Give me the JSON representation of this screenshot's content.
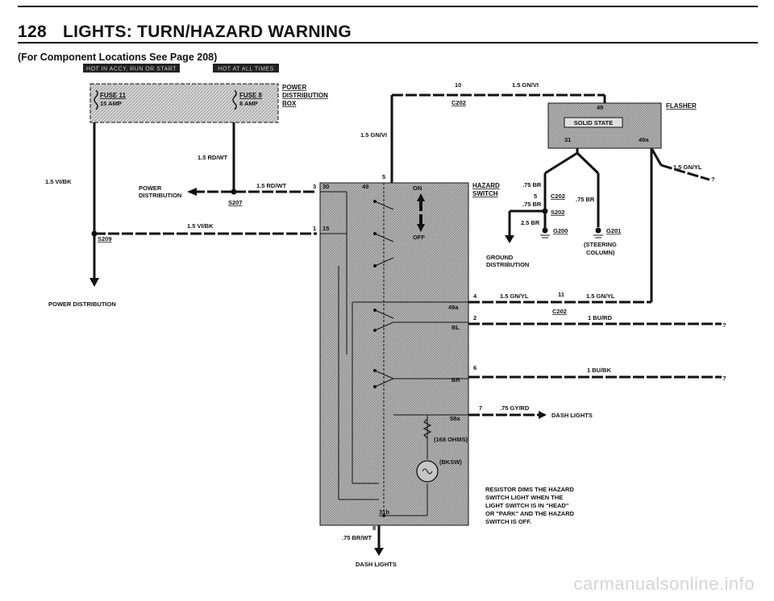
{
  "header": {
    "page_number": "128",
    "title": "LIGHTS: TURN/HAZARD WARNING",
    "subtitle": "(For Component Locations See Page 208)"
  },
  "tags": {
    "hot_accy": "HOT IN ACCY, RUN OR START",
    "hot_all": "HOT AT ALL TIMES"
  },
  "power_box": {
    "fuse11": "FUSE 11",
    "fuse11_amp": "15 AMP",
    "fuse8": "FUSE 8",
    "fuse8_amp": "8 AMP",
    "label_l1": "POWER",
    "label_l2": "DISTRIBUTION",
    "label_l3": "BOX"
  },
  "wires": {
    "rd_wt": "1.5 RD/WT",
    "rd_wt_2": "1.5 RD/WT",
    "vi_bk_left": "1.5 VI/BK",
    "vi_bk": "1.5 VI/BK",
    "gn_vi_top": "1.5 GN/VI",
    "gn_vi_side": "1.5 GN/VI",
    "gn_yl_right": "1.5 GN/YL",
    "gn_yl_4": "1.5 GN/YL",
    "gn_yl_11": "1.5 GN/YL",
    "bu_rd": "1 BU/RD",
    "bu_bk": "1 BU/BK",
    "gy_rd": ".75 GY/RD",
    "br_wt": ".75 BR/WT",
    "br_1": ".75 BR",
    "br_2": ".75 BR",
    "br_3": ".75 BR",
    "br_25": "2.5 BR"
  },
  "connectors": {
    "c202_top": "C202",
    "c202_mid": "C202",
    "c202_bot": "C202",
    "s207": "S207",
    "s209": "S209",
    "s202": "S202",
    "g200": "G200",
    "g201": "G201"
  },
  "pins": {
    "p10": "10",
    "p5": "5",
    "p3": "3",
    "p1": "1",
    "p4": "4",
    "p11": "11",
    "p2": "2",
    "p6": "6",
    "p7": "7",
    "p8": "8",
    "p5b": "5",
    "p30": "30",
    "p15": "15",
    "p49": "49",
    "p49a": "49a",
    "p31": "31",
    "p49b": "49a"
  },
  "switch": {
    "label_l1": "HAZARD",
    "label_l2": "SWITCH",
    "on": "ON",
    "off": "OFF",
    "pin_49a": "49a",
    "pin_bl": "BL",
    "pin_br": "BR",
    "pin_58a": "58a",
    "resistor": "(168 OHMS)",
    "bulb": "(BKSW)",
    "pin_31b": "31b"
  },
  "flasher": {
    "label": "FLASHER",
    "solid_state": "SOLID STATE"
  },
  "labels": {
    "power_dist_l1": "POWER",
    "power_dist_l2": "DISTRIBUTION",
    "power_dist_bottom": "POWER DISTRIBUTION",
    "ground_l1": "GROUND",
    "ground_l2": "DISTRIBUTION",
    "steering_l1": "(STEERING",
    "steering_l2": "COLUMN)",
    "dash_lights_right": "DASH LIGHTS",
    "dash_lights_bottom": "DASH LIGHTS"
  },
  "note": {
    "l1": "RESISTOR DIMS THE HAZARD",
    "l2": "SWITCH LIGHT WHEN THE",
    "l3": "LIGHT SWITCH IS IN \"HEAD\"",
    "l4": "OR \"PARK\" AND THE HAZARD",
    "l5": "SWITCH IS OFF."
  },
  "watermark": "carmanualsonline.info",
  "colors": {
    "ink": "#111111",
    "shade": "#a9a9a9",
    "box": "#c9c9c9"
  }
}
